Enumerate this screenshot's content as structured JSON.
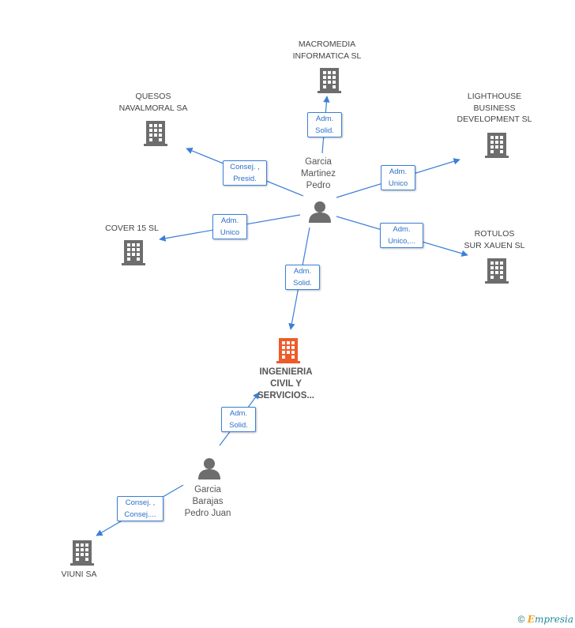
{
  "companies": {
    "macromedia": "MACROMEDIA\nINFORMATICA SL",
    "quesos": "QUESOS\nNAVALMORAL SA",
    "lighthouse": "LIGHTHOUSE\nBUSINESS\nDEVELOPMENT SL",
    "cover15": "COVER 15 SL",
    "rotulos": "ROTULOS\nSUR XAUEN SL",
    "ingenieria": "INGENIERIA\nCIVIL Y\nSERVICIOS...",
    "viuni": "VIUNI SA"
  },
  "persons": {
    "garcia_martinez": "Garcia\nMartinez\nPedro",
    "garcia_barajas": "Garcia\nBarajas\nPedro Juan"
  },
  "edges": {
    "macromedia": "Adm.\nSolid.",
    "quesos": "Consej. ,\nPresid.",
    "lighthouse": "Adm.\nUnico",
    "cover15": "Adm.\nUnico",
    "rotulos": "Adm.\nUnico,...",
    "ingenieria_1": "Adm.\nSolid.",
    "ingenieria_2": "Adm.\nSolid.",
    "viuni": "Consej. ,\nConsej...."
  },
  "colors": {
    "edge": "#3b7fd6",
    "building": "#6d6d6d",
    "focus_building": "#f05a28",
    "person": "#6d6d6d"
  },
  "footer": {
    "copyright": "©",
    "brand_e": "E",
    "brand_rest": "mpresia"
  }
}
